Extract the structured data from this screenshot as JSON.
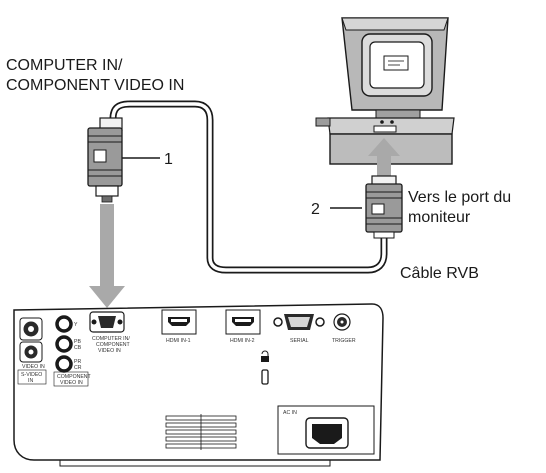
{
  "diagram": {
    "title_line1": "COMPUTER IN/",
    "title_line2": "COMPONENT VIDEO IN",
    "callout_1": "1",
    "callout_2": "2",
    "monitor_port_line1": "Vers le port du",
    "monitor_port_line2": "moniteur",
    "cable_label": "Câble RVB"
  },
  "projector_panel": {
    "video_in": "VIDEO IN",
    "s_video_line1": "S-VIDEO",
    "s_video_line2": "IN",
    "y": "Y",
    "pb_line1": "PB",
    "pb_line2": "CB",
    "pr_line1": "PR",
    "pr_line2": "CR",
    "component_line1": "COMPONENT",
    "component_line2": "VIDEO IN",
    "computer_line1": "COMPUTER IN/",
    "computer_line2": "COMPONENT",
    "computer_line3": "VIDEO IN",
    "hdmi1": "HDMI IN-1",
    "hdmi2": "HDMI IN-2",
    "serial": "SERIAL",
    "trigger": "TRIGGER",
    "ac_in": "AC IN"
  }
}
